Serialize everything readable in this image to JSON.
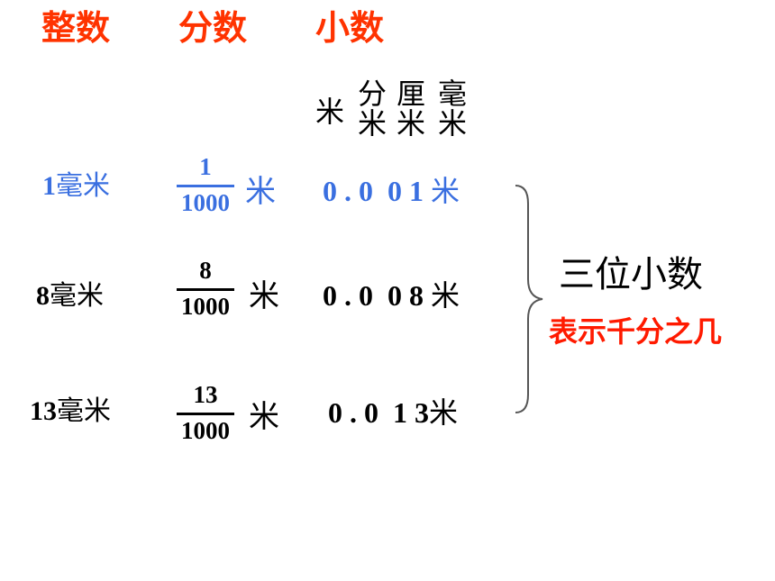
{
  "headers": {
    "integer": "整数",
    "fraction": "分数",
    "decimal": "小数"
  },
  "units": {
    "meter": "米",
    "decimeter": [
      "分",
      "米"
    ],
    "centimeter": [
      "厘",
      "米"
    ],
    "millimeter": [
      "毫",
      "米"
    ]
  },
  "rows": [
    {
      "length_num": "1",
      "length_unit": "毫米",
      "numerator": "1",
      "denominator": "1000",
      "fraction_unit": "米",
      "decimal": "0 . 0  0 1",
      "decimal_unit": "米"
    },
    {
      "length_num": "8",
      "length_unit": "毫米",
      "numerator": "8",
      "denominator": "1000",
      "fraction_unit": "米",
      "decimal": "0 . 0  0 8",
      "decimal_unit": "米"
    },
    {
      "length_num": "13",
      "length_unit": "毫米",
      "numerator": "13",
      "denominator": "1000",
      "fraction_unit": "米",
      "decimal": "0 . 0  1 3",
      "decimal_unit": "米"
    }
  ],
  "summary": {
    "title": "三位小数",
    "subtitle": "表示千分之几"
  },
  "colors": {
    "header": "#ff3300",
    "highlight": "#3a6fe0",
    "text": "#000000",
    "emphasis": "#ff1a00"
  }
}
